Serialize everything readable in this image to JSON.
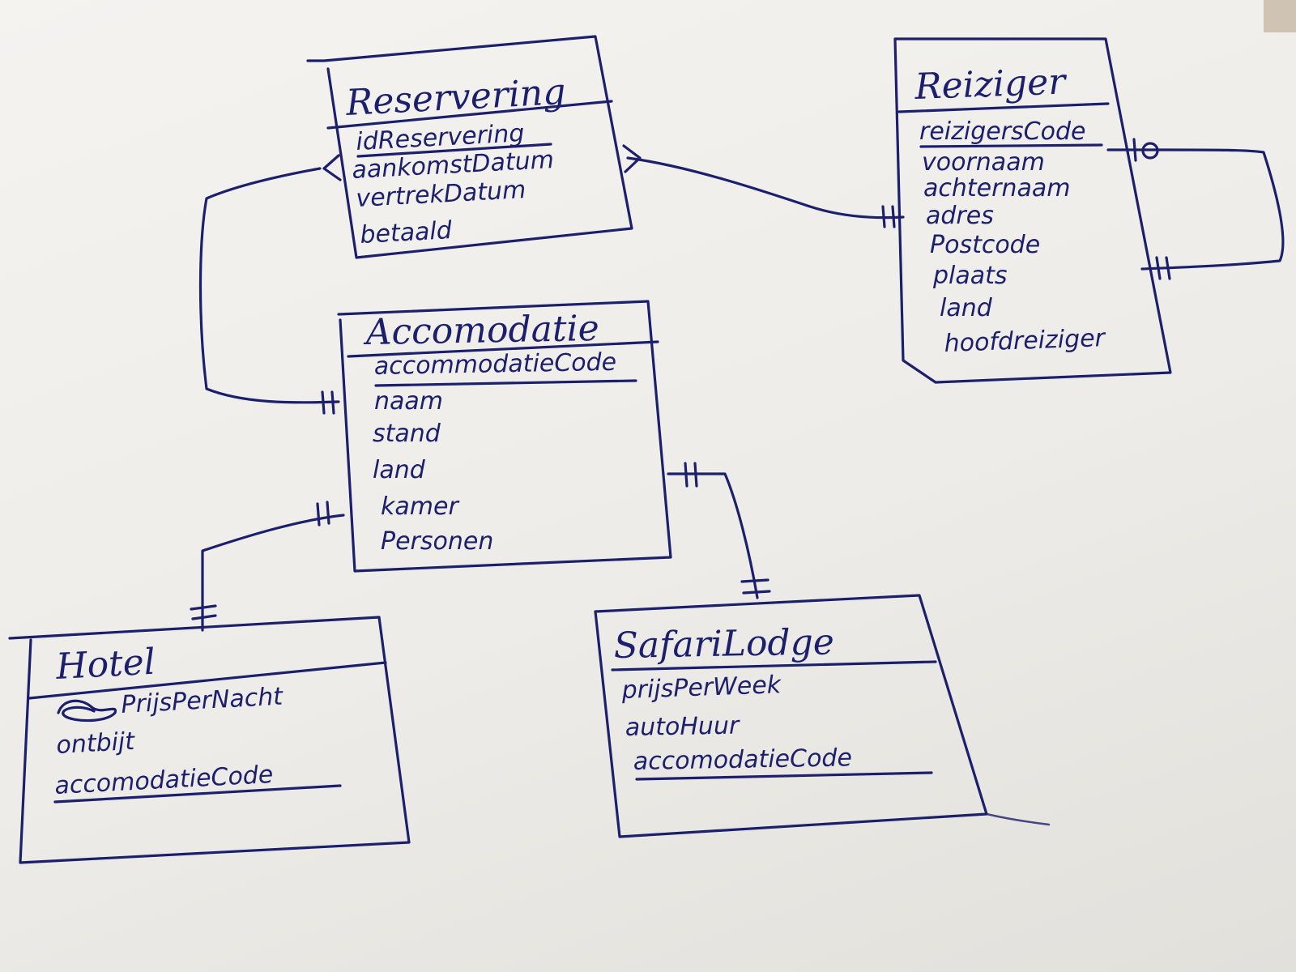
{
  "ink_color": "#1c1f6b",
  "entities": {
    "reservering": {
      "title": "Reservering",
      "attributes": [
        "idReservering",
        "aankomstDatum",
        "vertrekDatum",
        "betaald"
      ],
      "key": "idReservering"
    },
    "reiziger": {
      "title": "Reiziger",
      "attributes": [
        "reizigersCode",
        "voornaam",
        "achternaam",
        "adres",
        "Postcode",
        "plaats",
        "land",
        "hoofdreiziger"
      ],
      "key": "reizigersCode"
    },
    "accomodatie": {
      "title": "Accomodatie",
      "attributes": [
        "accommodatieCode",
        "naam",
        "stand",
        "land",
        "kamer",
        "Personen"
      ],
      "key": "accommodatieCode"
    },
    "hotel": {
      "title": "Hotel",
      "attributes": [
        "PrijsPerNacht",
        "ontbijt",
        "accomodatieCode"
      ],
      "key": "accomodatieCode"
    },
    "safarilodge": {
      "title": "SafariLodge",
      "attributes": [
        "prijsPerWeek",
        "autoHuur",
        "accomodatieCode"
      ],
      "key": "accomodatieCode"
    }
  },
  "relationships": [
    {
      "from": "Reservering",
      "to": "Reiziger",
      "from_end": "many",
      "to_end": "one-and-only-one"
    },
    {
      "from": "Reservering",
      "to": "Accomodatie",
      "from_end": "many",
      "to_end": "one-and-only-one"
    },
    {
      "from": "Reiziger",
      "to": "Reiziger",
      "from_end": "zero-or-one",
      "to_end": "one-and-only-one"
    },
    {
      "from": "Accomodatie",
      "to": "Hotel",
      "from_end": "one-and-only-one",
      "to_end": "one-and-only-one"
    },
    {
      "from": "Accomodatie",
      "to": "SafariLodge",
      "from_end": "one-and-only-one",
      "to_end": "one-and-only-one"
    }
  ]
}
